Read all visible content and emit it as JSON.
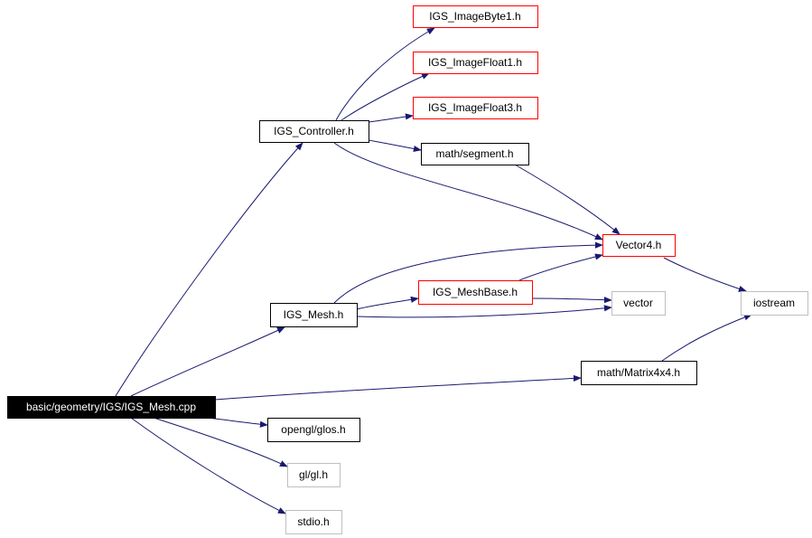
{
  "colors": {
    "edge": "#191970",
    "background": "#ffffff",
    "box_default": "#000000",
    "box_red": "#ff0000",
    "box_gray": "#bfbfbf",
    "root_fill": "#000000",
    "root_text": "#ffffff",
    "text": "#000000"
  },
  "nodes": [
    {
      "id": "root",
      "label": "basic/geometry/IGS/IGS_Mesh.cpp",
      "style": "root"
    },
    {
      "id": "controller",
      "label": "IGS_Controller.h",
      "style": "default"
    },
    {
      "id": "imagebyte1",
      "label": "IGS_ImageByte1.h",
      "style": "red"
    },
    {
      "id": "imagefloat1",
      "label": "IGS_ImageFloat1.h",
      "style": "red"
    },
    {
      "id": "imagefloat3",
      "label": "IGS_ImageFloat3.h",
      "style": "red"
    },
    {
      "id": "segment",
      "label": "math/segment.h",
      "style": "default"
    },
    {
      "id": "vector4",
      "label": "Vector4.h",
      "style": "red"
    },
    {
      "id": "iostream",
      "label": "iostream",
      "style": "gray"
    },
    {
      "id": "mesh",
      "label": "IGS_Mesh.h",
      "style": "default"
    },
    {
      "id": "meshbase",
      "label": "IGS_MeshBase.h",
      "style": "red"
    },
    {
      "id": "vector",
      "label": "vector",
      "style": "gray"
    },
    {
      "id": "matrix",
      "label": "math/Matrix4x4.h",
      "style": "default"
    },
    {
      "id": "glos",
      "label": "opengl/glos.h",
      "style": "default"
    },
    {
      "id": "glgl",
      "label": "gl/gl.h",
      "style": "gray"
    },
    {
      "id": "stdio",
      "label": "stdio.h",
      "style": "gray"
    }
  ],
  "edges": [
    {
      "from": "root",
      "to": "controller"
    },
    {
      "from": "root",
      "to": "mesh"
    },
    {
      "from": "root",
      "to": "matrix"
    },
    {
      "from": "root",
      "to": "glos"
    },
    {
      "from": "root",
      "to": "glgl"
    },
    {
      "from": "root",
      "to": "stdio"
    },
    {
      "from": "controller",
      "to": "imagebyte1"
    },
    {
      "from": "controller",
      "to": "imagefloat1"
    },
    {
      "from": "controller",
      "to": "imagefloat3"
    },
    {
      "from": "controller",
      "to": "segment"
    },
    {
      "from": "controller",
      "to": "vector4"
    },
    {
      "from": "segment",
      "to": "vector4"
    },
    {
      "from": "vector4",
      "to": "iostream"
    },
    {
      "from": "mesh",
      "to": "vector4"
    },
    {
      "from": "mesh",
      "to": "meshbase"
    },
    {
      "from": "mesh",
      "to": "vector"
    },
    {
      "from": "meshbase",
      "to": "vector4"
    },
    {
      "from": "meshbase",
      "to": "vector"
    },
    {
      "from": "matrix",
      "to": "iostream"
    }
  ]
}
